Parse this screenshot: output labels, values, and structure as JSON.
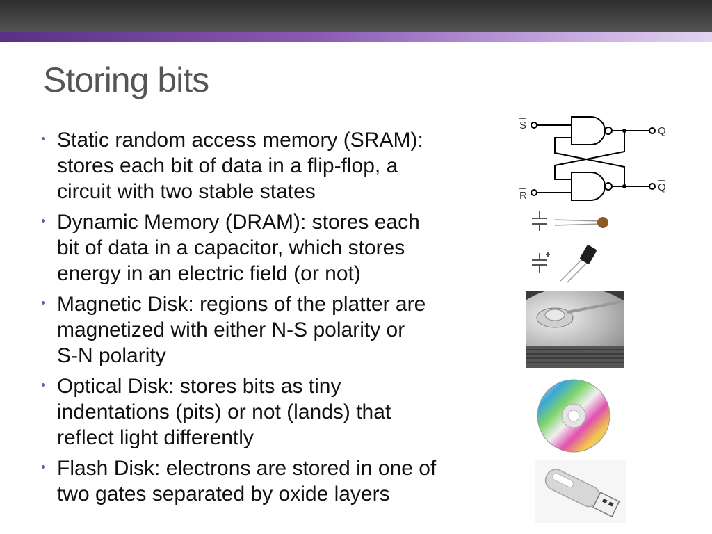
{
  "slide": {
    "title": "Storing bits",
    "bullets": [
      {
        "text": "Static random access memory (SRAM):\nstores each bit of data in a flip-flop, a\ncircuit with two stable states"
      },
      {
        "text": "Dynamic Memory (DRAM): stores each\nbit of data in a capacitor, which stores\nenergy in an electric field (or not)"
      },
      {
        "text": "Magnetic Disk: regions of the platter are\nmagnetized with either N-S polarity or\nS-N polarity"
      },
      {
        "text": "Optical Disk: stores bits as tiny\nindentations (pits) or not (lands) that\nreflect light differently"
      },
      {
        "text": "Flash Disk: electrons are stored in one of\ntwo gates separated by oxide layers"
      }
    ]
  },
  "flipflop": {
    "s_label": "S",
    "r_label": "R",
    "q_label": "Q",
    "qbar_label": "Q"
  },
  "colors": {
    "accent": "#7a4fa5",
    "title": "#555555",
    "topbar": "#3a3a3a"
  }
}
